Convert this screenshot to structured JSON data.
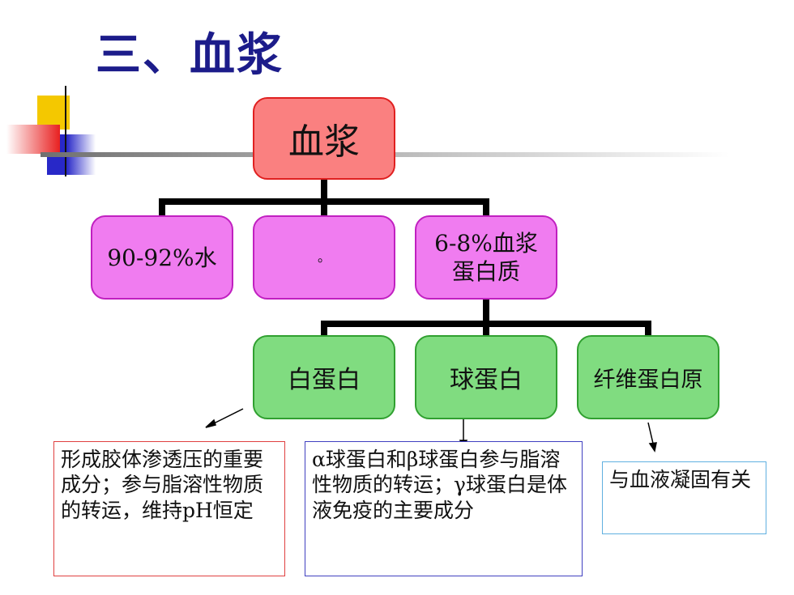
{
  "title": "三、血浆",
  "root": {
    "label": "血浆"
  },
  "level1": [
    {
      "label": "90-92%水"
    },
    {
      "label": "。"
    },
    {
      "label": "6-8%血浆\n蛋白质"
    }
  ],
  "level2": [
    {
      "label": "白蛋白"
    },
    {
      "label": "球蛋白"
    },
    {
      "label": "纤维蛋白原"
    }
  ],
  "notes": [
    {
      "text": "形成胶体渗透压的重要成分；参与脂溶性物质的转运，维持pH恒定"
    },
    {
      "text": "α球蛋白和β球蛋白参与脂溶性物质的转运；γ球蛋白是体液免疫的主要成分"
    },
    {
      "text": "与血液凝固有关"
    }
  ],
  "colors": {
    "title": "#1c1c8a",
    "root_fill": "#fa8080",
    "level1_fill": "#f07cf0",
    "level2_fill": "#80dc80",
    "note1_border": "#e04040",
    "note2_border": "#4040c0",
    "note3_border": "#60b0e0"
  }
}
